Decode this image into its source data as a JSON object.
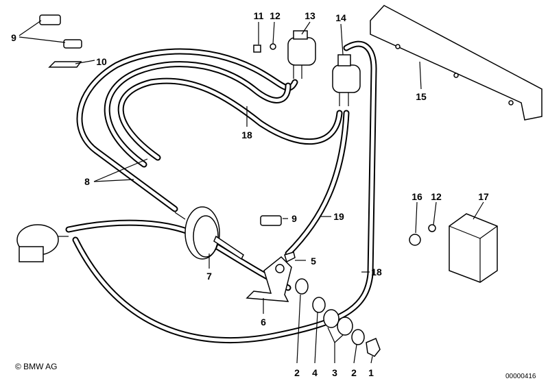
{
  "diagram": {
    "callouts": [
      "9",
      "10",
      "11",
      "12",
      "13",
      "14",
      "15",
      "18",
      "8",
      "9",
      "19",
      "16",
      "12",
      "17",
      "5",
      "7",
      "6",
      "18",
      "2",
      "4",
      "3",
      "2",
      "1"
    ],
    "copyright": "© BMW AG",
    "image_code": "00000416"
  }
}
